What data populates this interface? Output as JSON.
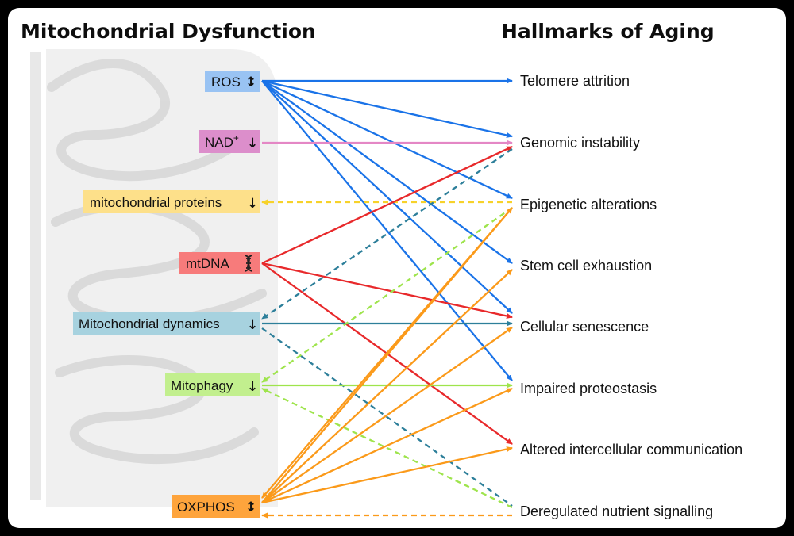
{
  "headings": {
    "left": "Mitochondrial Dysfunction",
    "right": "Hallmarks of Aging"
  },
  "colors": {
    "ros_box": "#99c3f3",
    "nad_box": "#dc8ecb",
    "proteins_box": "#fde08a",
    "mtdna_box": "#f77b7b",
    "dynamics_box": "#a7d2df",
    "mitophagy_box": "#c2ef8e",
    "oxphos_box": "#fea43c",
    "ros_arrow": "#1a73e8",
    "nad_arrow": "#e487c5",
    "proteins_arrow": "#f7d22a",
    "mtdna_arrow": "#e8292b",
    "dynamics_arrow": "#2d7f9a",
    "mitophagy_arrow": "#9ee44c",
    "oxphos_arrow": "#fb9a1a"
  },
  "nodes": {
    "ros": {
      "label": "ROS",
      "symbol": "↕",
      "icon": "up-down-arrow-icon"
    },
    "nad": {
      "label": "NAD",
      "sup": "+",
      "symbol": "↓",
      "icon": "down-arrow-icon"
    },
    "proteins": {
      "label": "mitochondrial proteins",
      "symbol": "↓",
      "icon": "down-arrow-icon"
    },
    "mtdna": {
      "label": "mtDNA",
      "icon": "dna-helix-icon"
    },
    "dynamics": {
      "label": "Mitochondrial dynamics",
      "symbol": "↓",
      "icon": "down-arrow-icon"
    },
    "mitophagy": {
      "label": "Mitophagy",
      "symbol": "↓",
      "icon": "down-arrow-icon"
    },
    "oxphos": {
      "label": "OXPHOS",
      "symbol": "↕",
      "icon": "up-down-arrow-icon"
    }
  },
  "hallmarks": [
    "Telomere attrition",
    "Genomic instability",
    "Epigenetic alterations",
    "Stem cell exhaustion",
    "Cellular senescence",
    "Impaired proteostasis",
    "Altered intercellular communication",
    "Deregulated nutrient signalling"
  ]
}
